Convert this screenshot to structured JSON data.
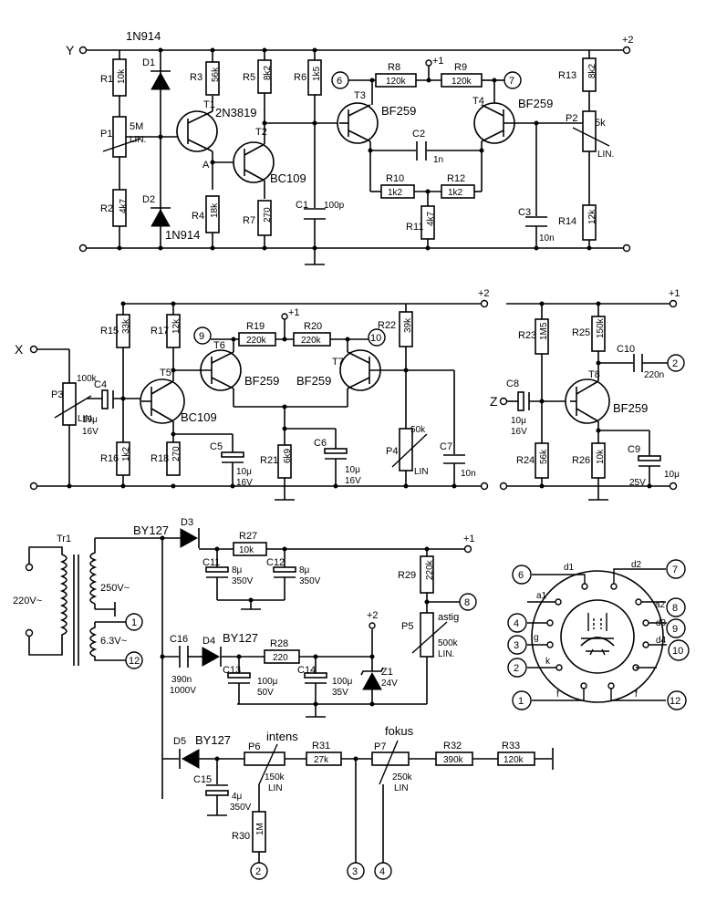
{
  "rails": {
    "y_input": "Y",
    "x_input": "X",
    "z_input": "Z",
    "plus1": "+1",
    "plus2": "+2"
  },
  "section1": {
    "D1": "D1",
    "D1_type": "1N914",
    "D2": "D2",
    "D2_type": "1N914",
    "R1": "R1",
    "R1_val": "10k",
    "R2": "R2",
    "R2_val": "4k7",
    "P1": "P1",
    "P1_val": "5M",
    "P1_lin": "LIN.",
    "R3": "R3",
    "R3_val": "56k",
    "R4": "R4",
    "R4_val": "18k",
    "R5": "R5",
    "R5_val": "8k2",
    "R7": "R7",
    "R7_val": "270",
    "R6": "R6",
    "R6_val": "1k5",
    "C1": "C1",
    "C1_val": "100p",
    "T1": "T1",
    "T1_type": "2N3819",
    "T2": "T2",
    "T2_type": "BC109",
    "node_a": "A",
    "T3": "T3",
    "T3_type": "BF259",
    "T4": "T4",
    "T4_type": "BF259",
    "R8": "R8",
    "R8_val": "120k",
    "R9": "R9",
    "R9_val": "120k",
    "C2": "C2",
    "C2_val": "1n",
    "R10": "R10",
    "R10_val": "1k2",
    "R12": "R12",
    "R12_val": "1k2",
    "R11": "R11",
    "R11_val": "4k7",
    "C3": "C3",
    "C3_val": "10n",
    "R13": "R13",
    "R13_val": "8k2",
    "P2": "P2",
    "P2_val": "5k",
    "P2_lin": "LIN.",
    "R14": "R14",
    "R14_val": "12k",
    "conn6": "6",
    "conn7": "7"
  },
  "section2": {
    "P3": "P3",
    "P3_val": "100k",
    "P3_lin": "LIN.",
    "C4": "C4",
    "C4_val": "10μ",
    "C4_volt": "16V",
    "R15": "R15",
    "R15_val": "33k",
    "R16": "R16",
    "R16_val": "1k2",
    "R17": "R17",
    "R17_val": "12k",
    "R18": "R18",
    "R18_val": "270",
    "T5": "T5",
    "T5_type": "BC109",
    "C5": "C5",
    "C5_val": "10μ",
    "C5_volt": "16V",
    "T6": "T6",
    "T6_type": "BF259",
    "T7": "T7",
    "T7_type": "BF259",
    "R19": "R19",
    "R19_val": "220k",
    "R20": "R20",
    "R20_val": "220k",
    "R21": "R21",
    "R21_val": "6k9",
    "C6": "C6",
    "C6_val": "10μ",
    "C6_volt": "16V",
    "R22": "R22",
    "R22_val": "39k",
    "P4": "P4",
    "P4_val": "50k",
    "P4_lin": "LIN",
    "C7": "C7",
    "C7_val": "10n",
    "conn9": "9",
    "conn10": "10"
  },
  "section3": {
    "C8": "C8",
    "C8_val": "10μ",
    "C8_volt": "16V",
    "R23": "R23",
    "R23_val": "1M5",
    "R24": "R24",
    "R24_val": "56k",
    "R25": "R25",
    "R25_val": "150k",
    "R26": "R26",
    "R26_val": "10k",
    "T8": "T8",
    "T8_type": "BF259",
    "C10": "C10",
    "C10_val": "220n",
    "C9": "C9",
    "C9_val": "10μ",
    "C9_volt": "25V",
    "conn2": "2"
  },
  "section4": {
    "Tr1": "Tr1",
    "mains": "220V~",
    "hv": "250V~",
    "lv": "6.3V~",
    "D3": "D3",
    "D3_type": "BY127",
    "R27": "R27",
    "R27_val": "10k",
    "C11": "C11",
    "C11_val": "8μ",
    "C11_volt": "350V",
    "C12": "C12",
    "C12_val": "8μ",
    "C12_volt": "350V",
    "R29": "R29",
    "R29_val": "220k",
    "P5": "P5",
    "P5_val": "500k",
    "P5_lin": "LIN.",
    "P5_name": "astig",
    "C16": "C16",
    "C16_val": "390n",
    "C16_volt": "1000V",
    "D4": "D4",
    "D4_type": "BY127",
    "R28": "R28",
    "R28_val": "220",
    "C13": "C13",
    "C13_val": "100μ",
    "C13_volt": "50V",
    "C14": "C14",
    "C14_val": "100μ",
    "C14_volt": "35V",
    "Z1": "Z1",
    "Z1_val": "24V",
    "D5": "D5",
    "D5_type": "BY127",
    "P6": "P6",
    "P6_val": "150k",
    "P6_lin": "LIN",
    "P6_name": "intens",
    "R31": "R31",
    "R31_val": "27k",
    "P7": "P7",
    "P7_val": "250k",
    "P7_lin": "LIN",
    "P7_name": "fokus",
    "R32": "R32",
    "R32_val": "390k",
    "R33": "R33",
    "R33_val": "120k",
    "C15": "C15",
    "C15_val": "4μ",
    "C15_volt": "350V",
    "R30": "R30",
    "R30_val": "1M",
    "c1": "1",
    "c12": "12",
    "c8": "8",
    "c2": "2",
    "c3": "3",
    "c4": "4"
  },
  "tube": {
    "d1": "d1",
    "d2": "d2",
    "a1": "a1",
    "a2": "a2",
    "g": "g",
    "k": "k",
    "d3": "d3",
    "d4": "d4",
    "f1": "f",
    "f2": "f",
    "p6": "6",
    "p7": "7",
    "p4": "4",
    "p8": "8",
    "p3": "3",
    "p9": "9",
    "p2": "2",
    "p10": "10",
    "p1": "1",
    "p12": "12"
  }
}
